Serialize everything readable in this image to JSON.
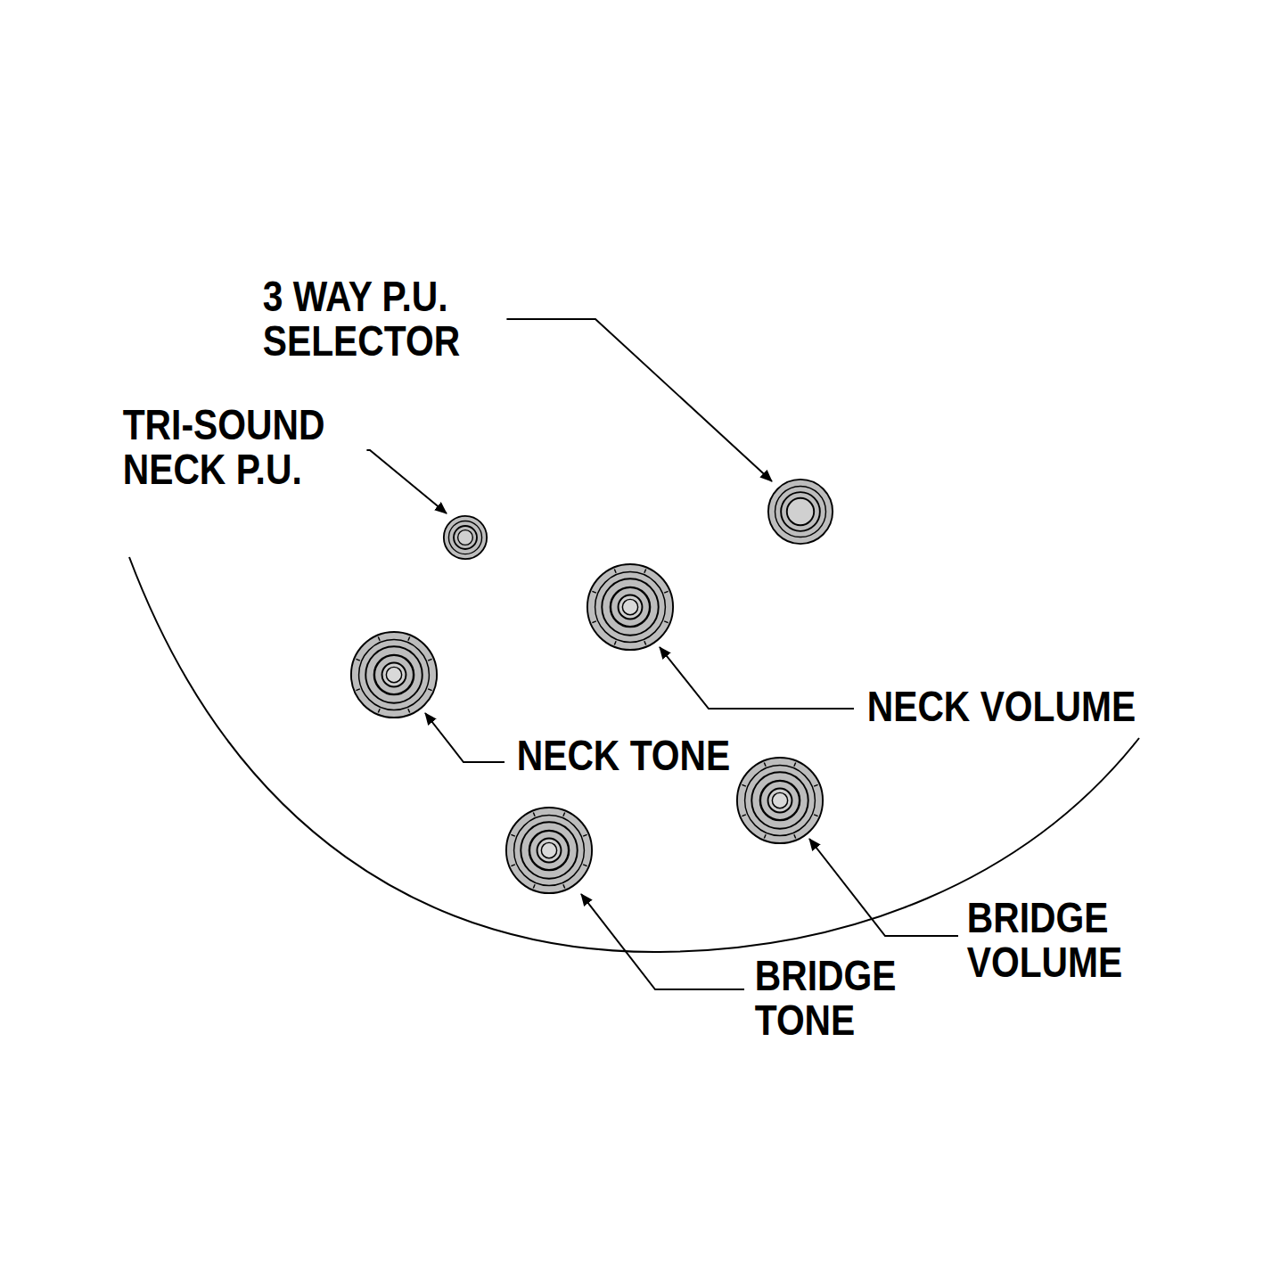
{
  "diagram": {
    "labels": [
      "3 WAY P.U. SELECTOR",
      "TRI-SOUND NECK P.U.",
      "NECK VOLUME",
      "NECK TONE",
      "BRIDGE VOLUME",
      "BRIDGE TONE"
    ]
  }
}
